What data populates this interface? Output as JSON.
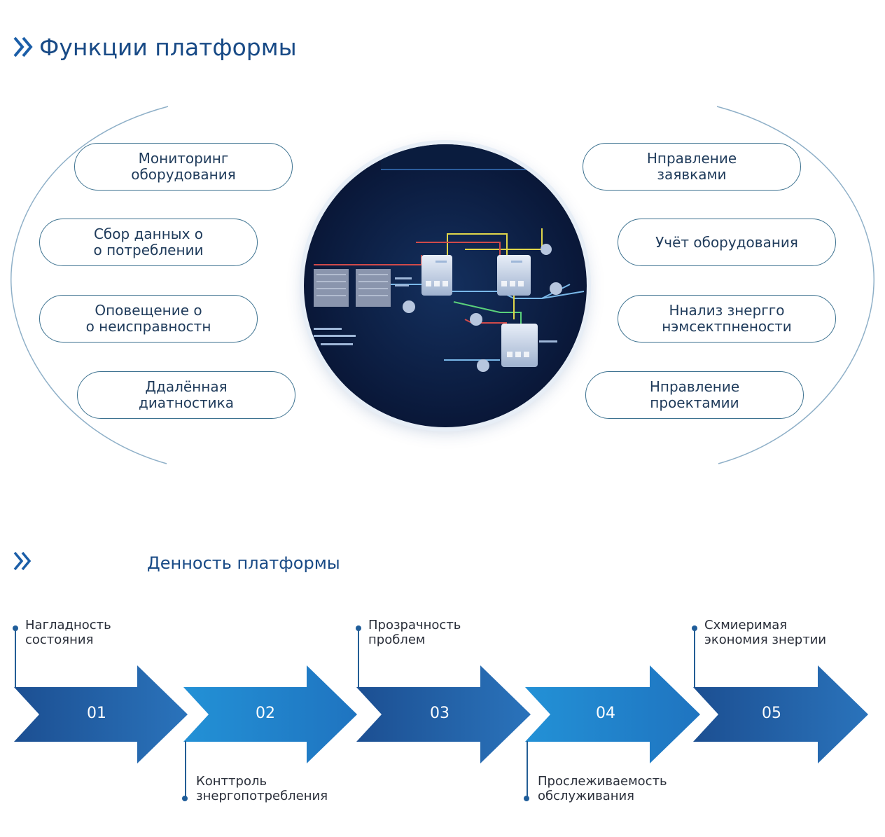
{
  "section1": {
    "title": "Функции платформы",
    "icon": "double-chevron-right-icon",
    "left_items": [
      "Мониторинг\nоборудования",
      "Сбор данных о\nо потреблении",
      "Оповещение о\nо неисправностн",
      "Ддалённая\nдиатностика"
    ],
    "right_items": [
      "Нправление\nзаявками",
      "Учёт оборудования",
      "Ннализ знергго\nнэмсектпнености",
      "Нправление\nпроектамии"
    ]
  },
  "section2": {
    "title": "Денность платформы",
    "icon": "double-chevron-right-icon",
    "steps": [
      {
        "number": "01",
        "label": "Нагладность\nсостояния"
      },
      {
        "number": "02",
        "label": "Конттроль\nзнергопотребления"
      },
      {
        "number": "03",
        "label": "Прозрачность\nпроблем"
      },
      {
        "number": "04",
        "label": "Прослеживаемость\nобслуживания"
      },
      {
        "number": "05",
        "label": "Схмиеримая\nэкономия знертии"
      }
    ]
  },
  "colors": {
    "title": "#184a86",
    "pill_border": "#3d7290",
    "arrow_dark": "#1d5a9e",
    "arrow_light": "#2a8fd4",
    "circle_bg": "#0b1a3d"
  }
}
